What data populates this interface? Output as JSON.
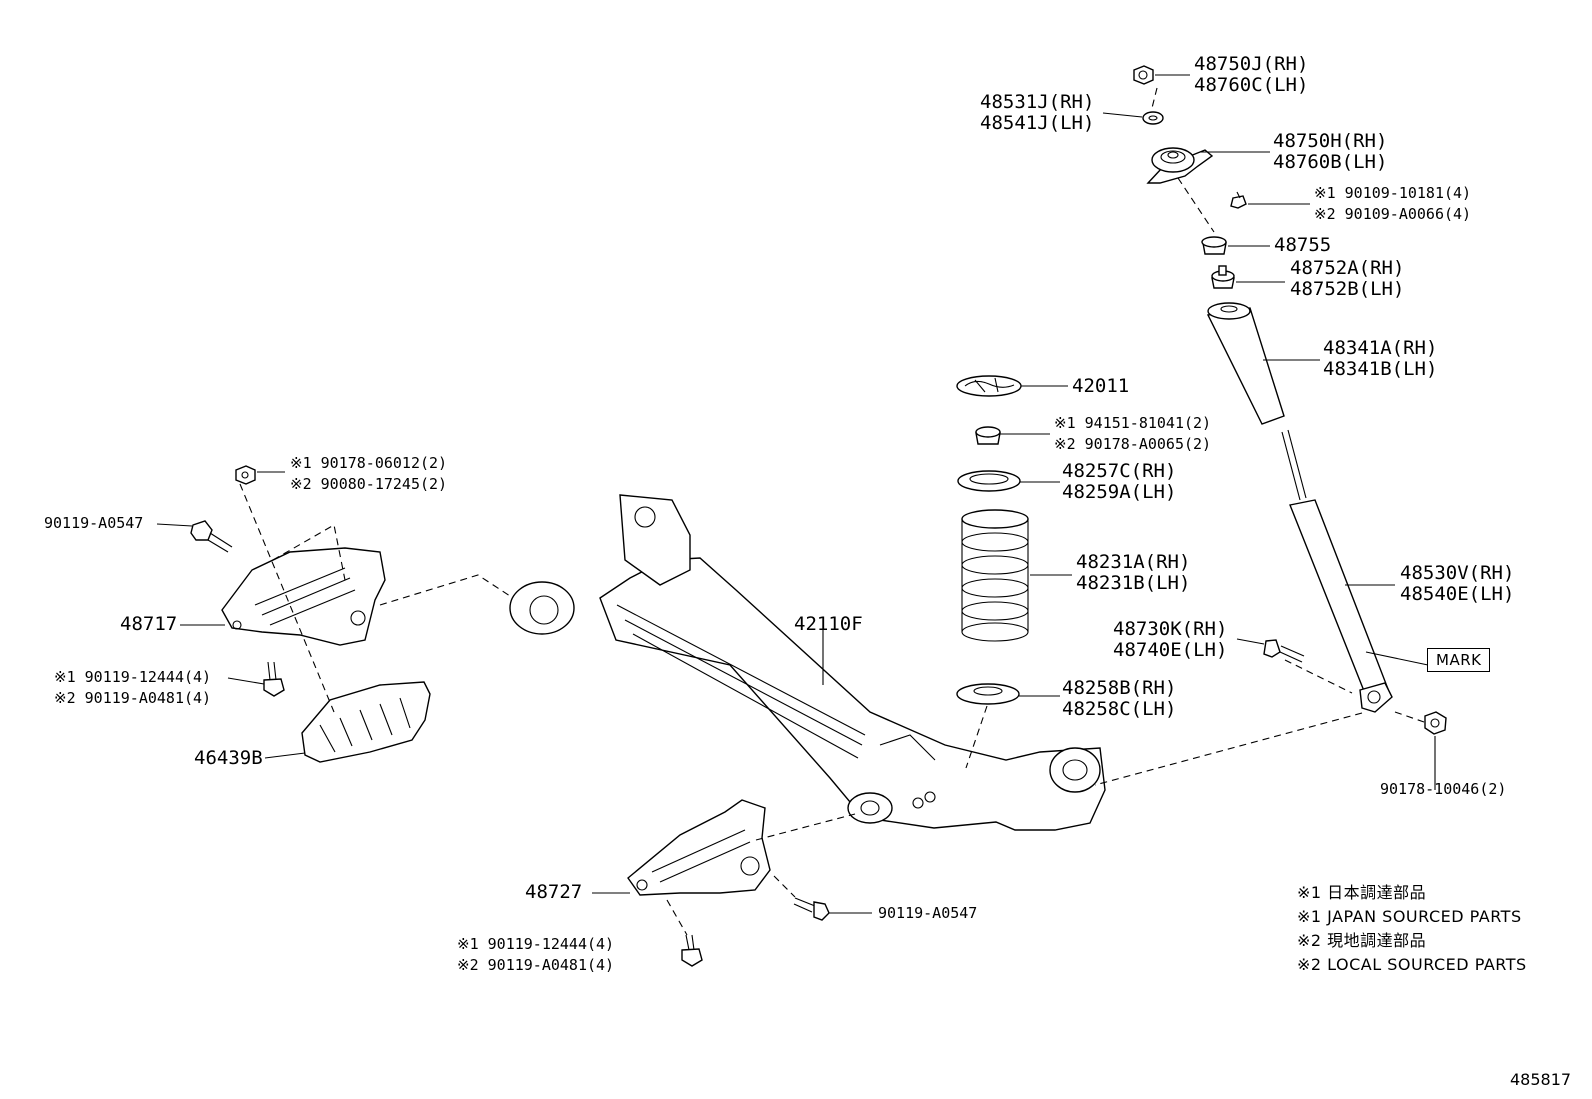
{
  "labels": {
    "nut_rh": "48750J(RH)",
    "nut_lh": "48760C(LH)",
    "washer_rh": "48531J(RH)",
    "washer_lh": "48541J(LH)",
    "support_rh": "48750H(RH)",
    "support_lh": "48760B(LH)",
    "support_bolt_1": "※1 90109-10181(4)",
    "support_bolt_2": "※2 90109-A0066(4)",
    "cushion": "48755",
    "bumper_rh": "48752A(RH)",
    "bumper_lh": "48752B(LH)",
    "boot_rh": "48341A(RH)",
    "boot_lh": "48341B(LH)",
    "spring_seat": "42011",
    "stopper_1": "※1 94151-81041(2)",
    "stopper_2": "※2 90178-A0065(2)",
    "upper_insulator_rh": "48257C(RH)",
    "upper_insulator_lh": "48259A(LH)",
    "spring_rh": "48231A(RH)",
    "spring_lh": "48231B(LH)",
    "absorber_rh": "48530V(RH)",
    "absorber_lh": "48540E(LH)",
    "absorber_bolt_rh": "48730K(RH)",
    "absorber_bolt_lh": "48740E(LH)",
    "lower_insulator_rh": "48258B(RH)",
    "lower_insulator_lh": "48258C(LH)",
    "absorber_nut": "90178-10046(2)",
    "axle_beam": "42110F",
    "bracket_nut_1": "※1 90178-06012(2)",
    "bracket_nut_2": "※2 90080-17245(2)",
    "bracket_bolt_left": "90119-A0547",
    "left_bracket": "48717",
    "left_bracket_bolt_1": "※1 90119-12444(4)",
    "left_bracket_bolt_2": "※2 90119-A0481(4)",
    "heat_insulator": "46439B",
    "right_bracket": "48727",
    "bracket_bolt_right": "90119-A0547",
    "right_bracket_bolt_1": "※1 90119-12444(4)",
    "right_bracket_bolt_2": "※2 90119-A0481(4)",
    "mark": "MARK"
  },
  "notes": [
    "※1 日本調達部品",
    "※1 JAPAN SOURCED PARTS",
    "※2 現地調達部品",
    "※2 LOCAL SOURCED PARTS"
  ],
  "diagram_ref": "485817"
}
